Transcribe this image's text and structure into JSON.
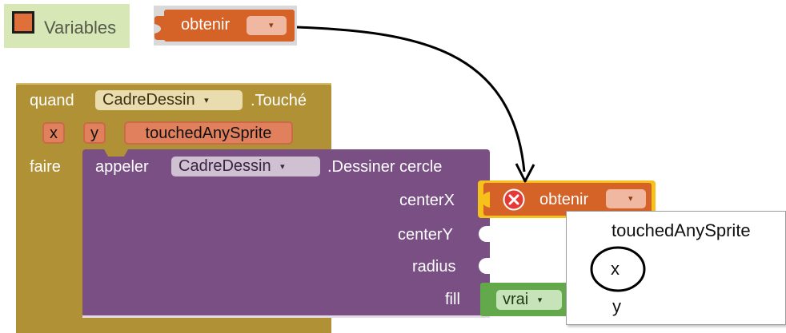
{
  "palette": {
    "category_label": "Variables",
    "category_color": "#e0703a"
  },
  "getter_block": {
    "label": "obtenir",
    "dropdown_arrow": "▾"
  },
  "event_block": {
    "keyword": "quand",
    "component": "CadreDessin",
    "component_arrow": "▾",
    "event_name": ".Touché",
    "params": [
      "x",
      "y",
      "touchedAnySprite"
    ],
    "do_label": "faire",
    "color": "#b19135"
  },
  "call_block": {
    "keyword": "appeler",
    "component": "CadreDessin",
    "component_arrow": "▾",
    "method": ".Dessiner cercle",
    "args": [
      "centerX",
      "centerY",
      "radius",
      "fill"
    ],
    "color": "#794f84"
  },
  "selected_getter": {
    "icon": "error-icon",
    "label": "obtenir",
    "dropdown_arrow": "▾"
  },
  "logic_block": {
    "value": "vrai",
    "dropdown_arrow": "▾"
  },
  "dropdown_menu": {
    "items": [
      "touchedAnySprite",
      "x",
      "y"
    ]
  }
}
